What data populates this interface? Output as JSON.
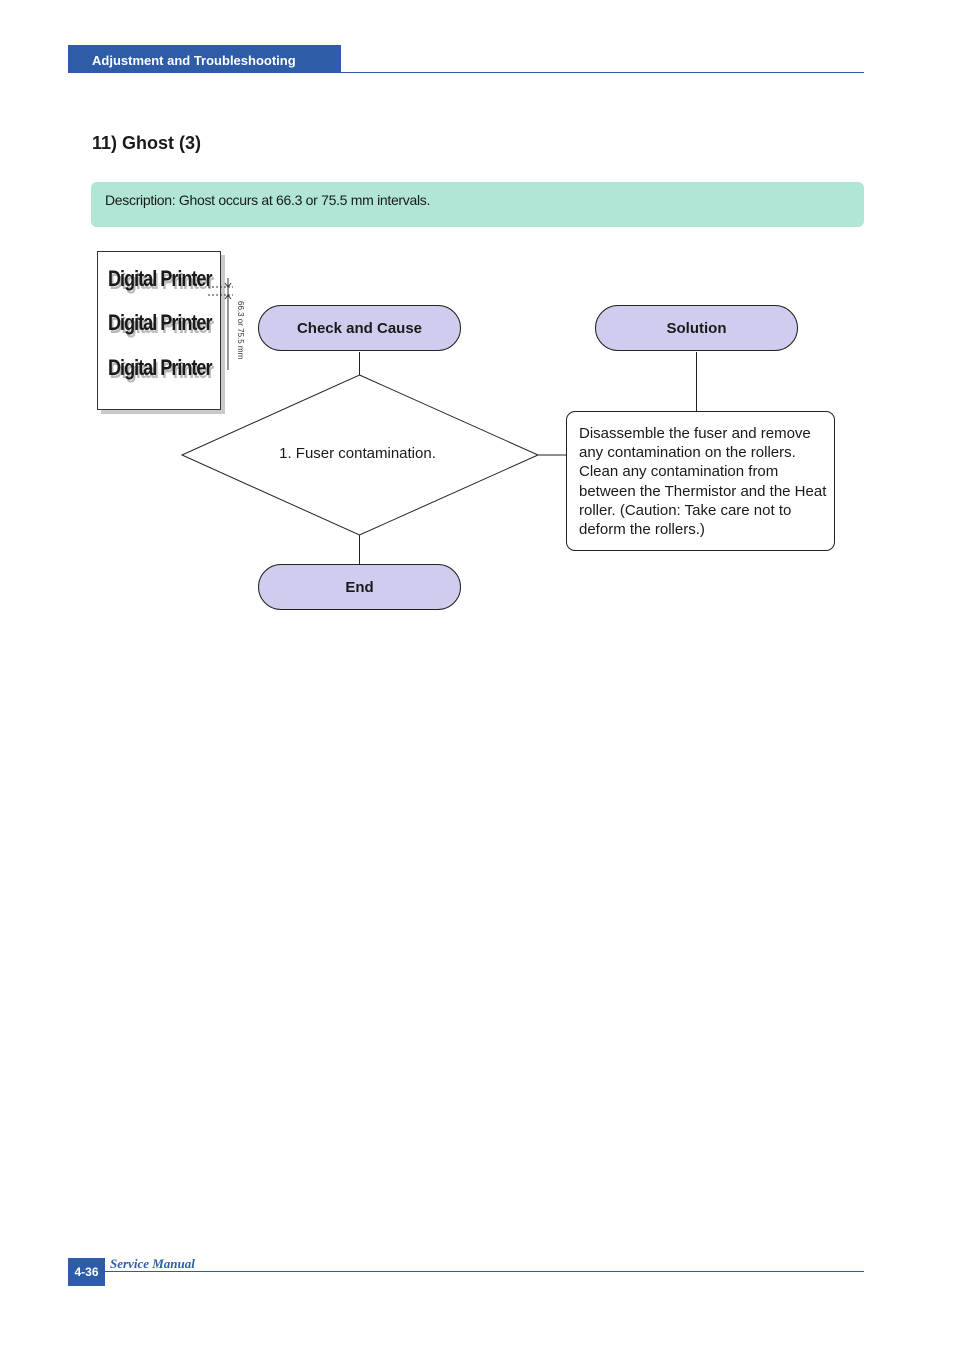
{
  "header": {
    "section": "Adjustment and Troubleshooting"
  },
  "title": "11) Ghost (3)",
  "description": "Description: Ghost occurs at 66.3 or 75.5 mm intervals.",
  "sample": {
    "lines": [
      "Digital Printer",
      "Digital Printer",
      "Digital Printer"
    ],
    "interval_label": "66.3 or 75.5 mm"
  },
  "flowchart": {
    "check_header": "Check and Cause",
    "solution_header": "Solution",
    "cause": "1. Fuser contamination.",
    "solution": "Disassemble the fuser and remove any contamination on the rollers. Clean any contamination from between the Thermistor and the Heat roller. (Caution: Take care not to deform the rollers.)",
    "end": "End"
  },
  "footer": {
    "page": "4-36",
    "label": "Service Manual"
  },
  "colors": {
    "brand_blue": "#2e5ca8",
    "description_bg": "#b1e5d5",
    "pill_fill": "#cfcdee"
  }
}
